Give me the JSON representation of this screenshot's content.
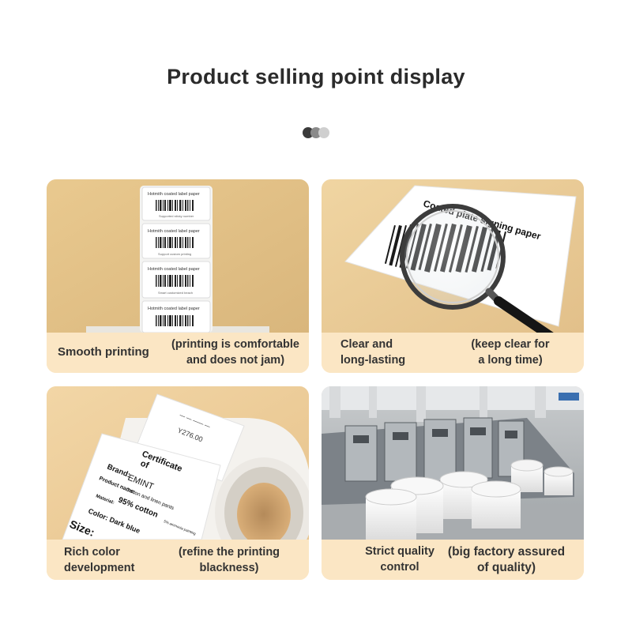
{
  "header": {
    "title": "Product selling point display"
  },
  "cards": [
    {
      "caption_main": "Smooth printing",
      "caption_detail_1": "(printing is comfortable",
      "caption_detail_2": "and does not jam)",
      "photo": {
        "labels": [
          {
            "title": "Hotmith coated label paper",
            "subtitle": "Supported sticky number"
          },
          {
            "title": "Hotmith coated label paper",
            "subtitle": "Support custom printing"
          },
          {
            "title": "Hotmith coated label paper",
            "subtitle": "Smart customized beach"
          },
          {
            "title": "Hotmith coated label paper",
            "subtitle": ""
          }
        ]
      }
    },
    {
      "caption_main_1": "Clear and",
      "caption_main_2": "long-lasting",
      "caption_detail_1": "(keep clear for",
      "caption_detail_2": "a long time)",
      "photo": {
        "label_text": "Coated plate signing paper"
      }
    },
    {
      "caption_main_1": "Rich color",
      "caption_main_2": "development",
      "caption_detail_1": "(refine the printing",
      "caption_detail_2": "blackness)",
      "photo": {
        "price": "Y276.00",
        "heading_1": "Certificate",
        "heading_2": "of",
        "brand_label": "Brand:",
        "brand_value": "EMINT",
        "product_label": "Product name:",
        "product_value": "Cotton and linen pants",
        "material_label": "Material:",
        "material_value": "95% cotton",
        "material_note": "5% ammonia painting",
        "color_label": "Color: Dark blue",
        "size_label": "Size:"
      }
    },
    {
      "caption_main_1": "Strict quality",
      "caption_main_2": "control",
      "caption_detail_1": "(big factory assured",
      "caption_detail_2": "of quality)"
    }
  ]
}
